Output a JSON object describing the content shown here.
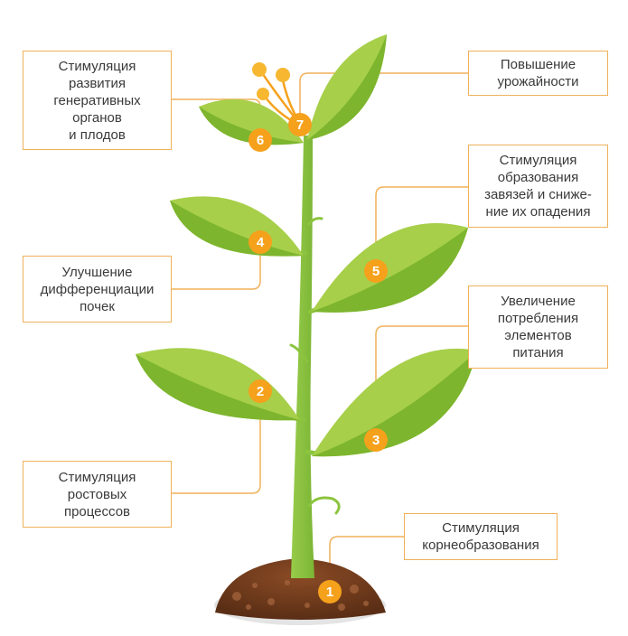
{
  "labels": {
    "l1": "Стимуляция\nкорнеобразования",
    "l2": "Стимуляция\nростовых\nпроцессов",
    "l3": "Увеличение\nпотребления\nэлементов\nпитания",
    "l4": "Улучшение\nдифференциации\nпочек",
    "l5": "Стимуляция\nобразования\nзавязей и сниже-\nние их опадения",
    "l6": "Стимуляция\nразвития\nгенеративных\nорганов\nи плодов",
    "l7": "Повышение\nурожайности"
  },
  "badges": {
    "b1": "1",
    "b2": "2",
    "b3": "3",
    "b4": "4",
    "b5": "5",
    "b6": "6",
    "b7": "7"
  },
  "colors": {
    "box_border": "#f0b15a",
    "badge": "#f5a11c",
    "leaf_light": "#a7cf4a",
    "leaf_dark": "#7db52e",
    "stem": "#8cc43f",
    "soil": "#6b3a1e"
  }
}
